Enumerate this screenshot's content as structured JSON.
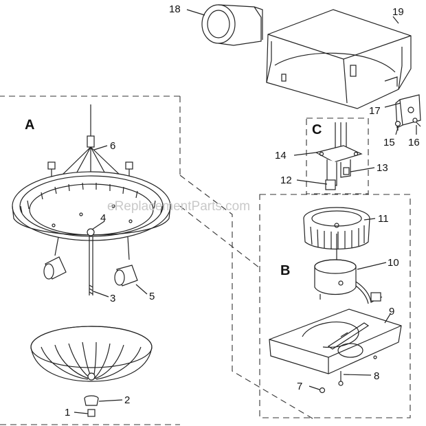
{
  "watermark": "eReplacementParts.com",
  "sections": {
    "a": "A",
    "b": "B",
    "c": "C"
  },
  "callouts": {
    "p1": "1",
    "p2": "2",
    "p3": "3",
    "p4": "4",
    "p5": "5",
    "p6": "6",
    "p7": "7",
    "p8": "8",
    "p9": "9",
    "p10": "10",
    "p11": "11",
    "p12": "12",
    "p13": "13",
    "p14": "14",
    "p15": "15",
    "p16": "16",
    "p17": "17",
    "p18": "18",
    "p19": "19"
  }
}
